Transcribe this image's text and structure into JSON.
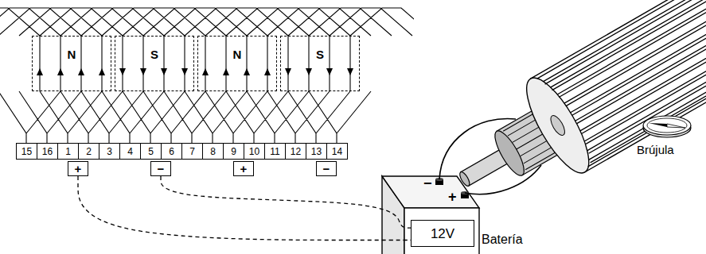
{
  "diagram": {
    "nodes": [
      {
        "text": [
          "N"
        ]
      },
      {
        "text": [
          "S"
        ]
      },
      {
        "text": [
          "N"
        ]
      },
      {
        "text": [
          "S"
        ]
      },
      {
        "text": [
          "15"
        ]
      },
      {
        "text": [
          "16"
        ]
      },
      {
        "text": [
          "1"
        ]
      },
      {
        "text": [
          "2"
        ]
      },
      {
        "text": [
          "3"
        ]
      },
      {
        "text": [
          "4"
        ]
      },
      {
        "text": [
          "5"
        ]
      },
      {
        "text": [
          "6"
        ]
      },
      {
        "text": [
          "7"
        ]
      },
      {
        "text": [
          "8"
        ]
      },
      {
        "text": [
          "9"
        ]
      },
      {
        "text": [
          "10"
        ]
      },
      {
        "text": [
          "11"
        ]
      },
      {
        "text": [
          "12"
        ]
      },
      {
        "text": [
          "13"
        ]
      },
      {
        "text": [
          "14"
        ]
      },
      {
        "text": [
          "+"
        ]
      },
      {
        "text": [
          "−"
        ]
      },
      {
        "text": [
          "+"
        ]
      },
      {
        "text": [
          "−"
        ]
      },
      {
        "text": [
          "12V",
          "Batería"
        ]
      }
    ],
    "edges": [
      {
        "from": 20,
        "to": 24,
        "arrow": "none"
      },
      {
        "from": 21,
        "to": 24,
        "arrow": "none"
      }
    ],
    "labels": [
      "−",
      "+",
      "Brújula"
    ]
  }
}
